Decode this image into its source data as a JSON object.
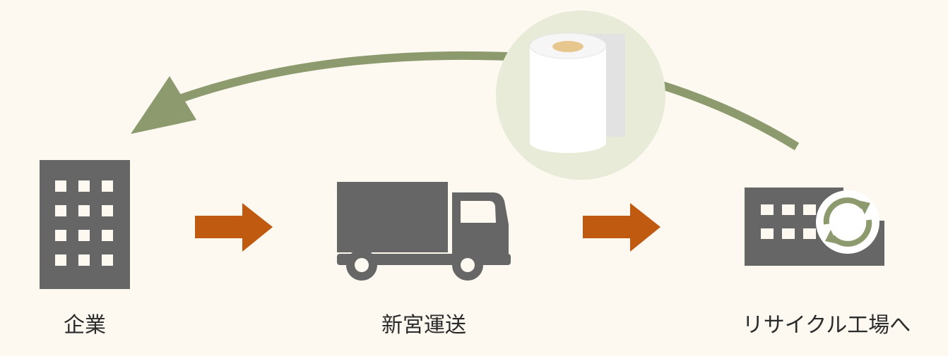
{
  "nodes": {
    "company": {
      "label": "企業",
      "icon": "office-building-icon"
    },
    "transport": {
      "label": "新宮運送",
      "icon": "truck-icon"
    },
    "factory": {
      "label": "リサイクル工場へ",
      "icon": "recycling-factory-icon"
    }
  },
  "return_item": {
    "icon": "toilet-paper-roll-icon"
  },
  "colors": {
    "background": "#fdf8f0",
    "icon_gray": "#666666",
    "flow_arrow": "#c05a10",
    "return_arrow": "#8c9a6e",
    "circle_bg": "#e7ebd8",
    "roll_core": "#e8c78e"
  }
}
